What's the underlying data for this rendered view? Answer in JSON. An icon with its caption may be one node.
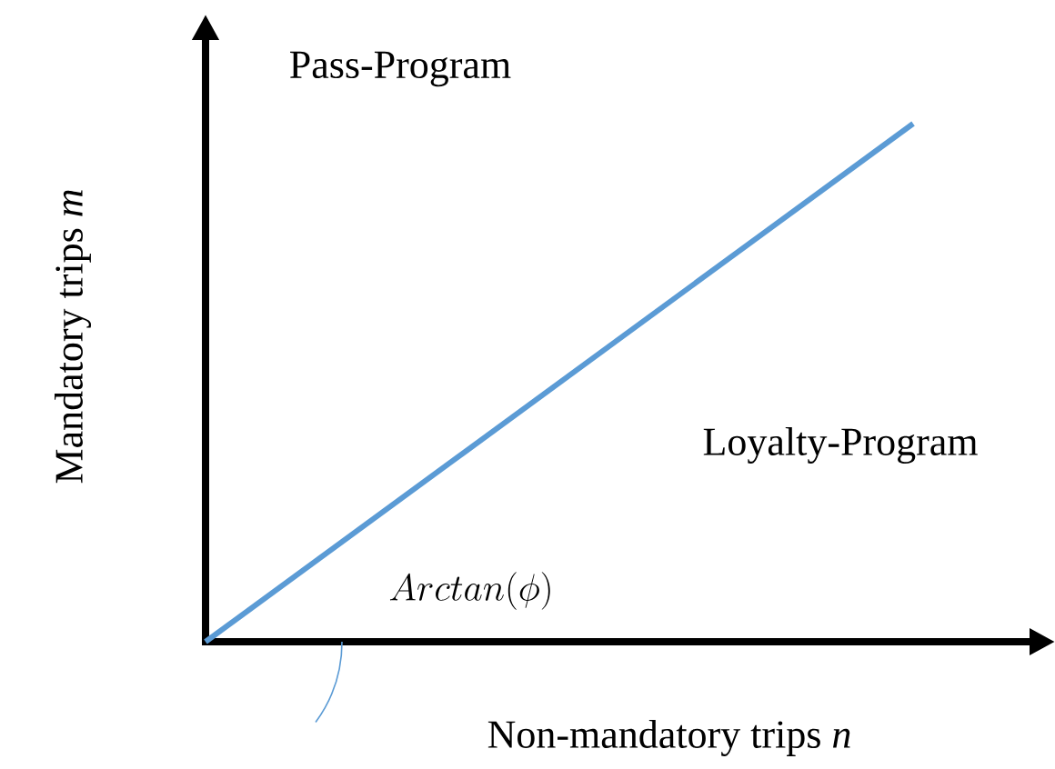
{
  "diagram": {
    "labels": [
      "Pass-Program",
      "Loyalty-Program",
      "Arctan(\\phi)",
      "Mandatory trips *m*",
      "Non-mandatory trips *n*"
    ]
  }
}
